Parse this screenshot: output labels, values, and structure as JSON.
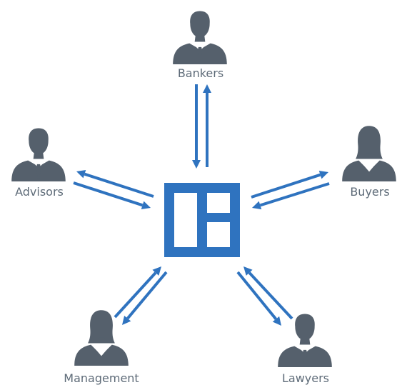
{
  "colors": {
    "person": "#55606c",
    "arrow": "#2f73bf",
    "hub": "#2f73bf",
    "label": "#5e6b78"
  },
  "hub": {
    "icon": "data-room-board-icon"
  },
  "nodes": [
    {
      "id": "bankers",
      "label": "Bankers",
      "figure": "businessman-icon"
    },
    {
      "id": "buyers",
      "label": "Buyers",
      "figure": "businesswoman-icon"
    },
    {
      "id": "lawyers",
      "label": "Lawyers",
      "figure": "businessman-icon"
    },
    {
      "id": "management",
      "label": "Management",
      "figure": "businesswoman-icon"
    },
    {
      "id": "advisors",
      "label": "Advisors",
      "figure": "businessman-icon"
    }
  ]
}
